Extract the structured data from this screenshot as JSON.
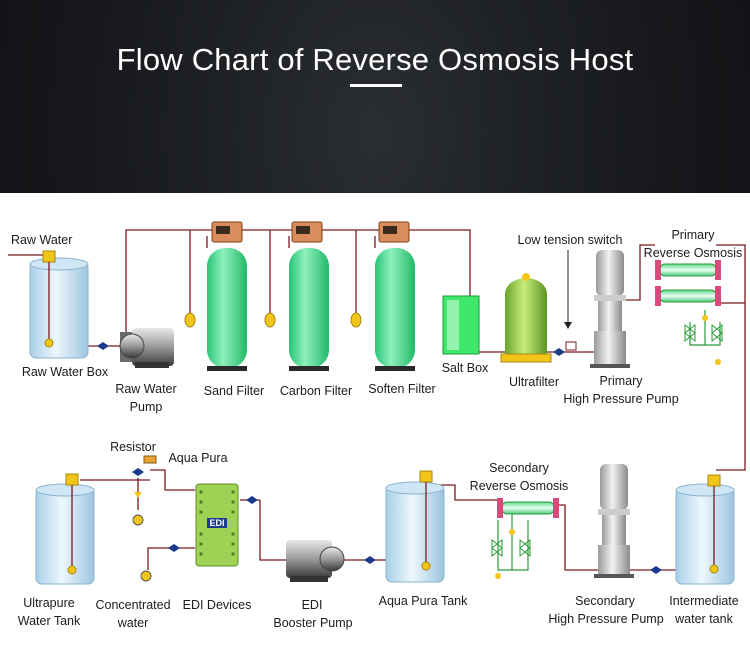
{
  "title": "Flow Chart of Reverse Osmosis Host",
  "labels": {
    "raw_water": "Raw Water",
    "raw_water_box": "Raw Water Box",
    "raw_water_pump_1": "Raw Water",
    "raw_water_pump_2": "Pump",
    "sand_filter": "Sand Filter",
    "carbon_filter": "Carbon Filter",
    "soften_filter": "Soften Filter",
    "salt_box": "Salt Box",
    "ultrafilter": "Ultrafilter",
    "low_tension_switch": "Low tension switch",
    "primary_pump_1": "Primary",
    "primary_pump_2": "High Pressure Pump",
    "primary_ro_1": "Primary",
    "primary_ro_2": "Reverse Osmosis",
    "resistor": "Resistor",
    "aqua_pura": "Aqua Pura",
    "edi_badge": "EDI",
    "ultrapure_1": "Ultrapure",
    "ultrapure_2": "Water Tank",
    "concentrated_1": "Concentrated",
    "concentrated_2": "water",
    "edi_devices": "EDI Devices",
    "edi_booster_1": "EDI",
    "edi_booster_2": "Booster Pump",
    "aqua_pura_tank": "Aqua Pura Tank",
    "secondary_ro_1": "Secondary",
    "secondary_ro_2": "Reverse Osmosis",
    "secondary_pump_1": "Secondary",
    "secondary_pump_2": "High Pressure Pump",
    "intermediate_1": "Intermediate",
    "intermediate_2": "water tank"
  },
  "colors": {
    "pipe": "#7a1a1f",
    "tank": "#dcecf7",
    "filter_green": "#3fd98a",
    "ultrafilter": "#8fc63f",
    "controller": "#d98d5a",
    "float_ball": "#f2c619",
    "valve": "#1b3a8c",
    "edi_green": "#9ed255"
  }
}
